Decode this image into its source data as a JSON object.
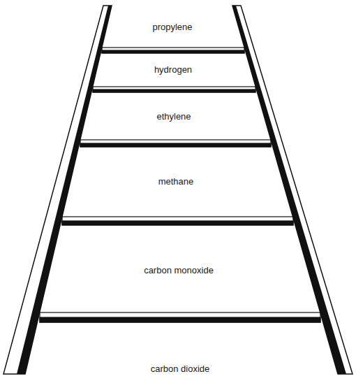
{
  "diagram": {
    "labels": [
      "propylene",
      "hydrogen",
      "ethylene",
      "methane",
      "carbon monoxide",
      "carbon dioxide"
    ]
  }
}
